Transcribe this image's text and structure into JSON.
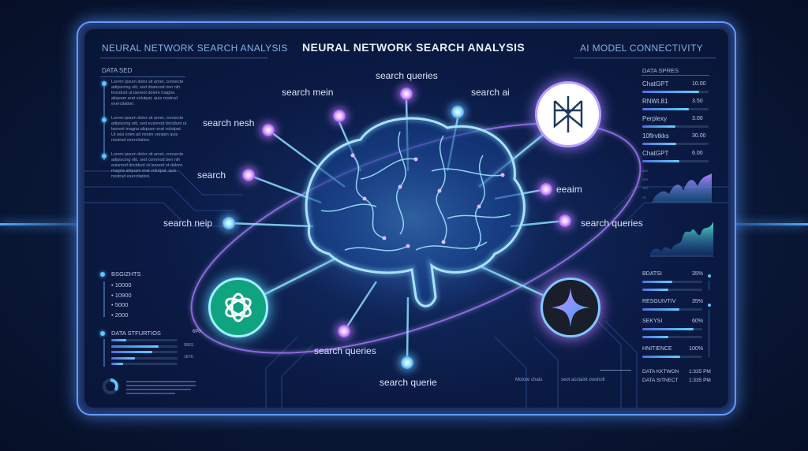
{
  "header": {
    "left_title": "NEURAL NETWORK SEARCH ANALYSIS",
    "center_title": "NEURAL NETWORK SEARCH ANALYSIS",
    "right_title": "AI MODEL CONNECTIVITY"
  },
  "left_panel": {
    "section_title": "DATA SED",
    "paragraphs": [
      "Lorem ipsum dolor sit amet, consecte adipiscing elit, sed diamnod non nih tincidunt ut laoreet dolore magna aliquam erat volutpat, quis nostrud exercitation.",
      "Lorem ipsum dolor sit amet, consecte adipiscing elit, sed euismod tincidunt ut laoreet magna aliquam erat volutpat. Ut wisi enim ad minim veniam quis nostrud exercitation.",
      "Lorem ipsum dolor sit amet, consecte adipiscing elit, sed commod ben nih euismod tincidunt ut laoreet et dolore magna aliquam erat volutpat, quis nostrud exercitation."
    ],
    "list_title": "BSGIZHTS",
    "list_items": [
      "10000",
      "10900",
      "5000",
      "2000"
    ],
    "stats_title": "DATA STFURTIOS",
    "stats_value": "6P0",
    "stats_bars": [
      {
        "fill": 0.23,
        "label": ""
      },
      {
        "fill": 0.72,
        "label": "90ES"
      },
      {
        "fill": 0.62,
        "label": ""
      },
      {
        "fill": 0.36,
        "label": "16Y6"
      },
      {
        "fill": 0.18,
        "label": ""
      }
    ],
    "donut_fill": 0.35
  },
  "right_panel": {
    "section_title": "DATA SPRES",
    "items": [
      {
        "name": "ChatGPT",
        "value": "10.00",
        "fill": 0.86
      },
      {
        "name": "RNWt.81",
        "value": "3.50",
        "fill": 0.7
      },
      {
        "name": "Perplexy",
        "value": "3.00",
        "fill": 0.5
      },
      {
        "name": "10flrvtkks",
        "value": "30.00",
        "fill": 0.51
      },
      {
        "name": "ChatGPT",
        "value": "6.00",
        "fill": 0.56
      }
    ],
    "chart_ticks": [
      "300",
      "200",
      "100",
      "75"
    ],
    "metrics": [
      {
        "name": "BDATSI",
        "value": "35%",
        "fills": [
          0.5,
          0.44
        ]
      },
      {
        "name": "RESGUIVTIV",
        "value": "35%",
        "fills": [
          0.62
        ]
      },
      {
        "name": "SEKYSI",
        "value": "60%",
        "fills": [
          0.85,
          0.44
        ]
      },
      {
        "name": "HNITIENCE",
        "value": "100%",
        "fills": [
          0.63
        ]
      }
    ],
    "footer": [
      {
        "label": "DATA KKTWON",
        "time": "1:335 PM"
      },
      {
        "label": "DATA SITNECT",
        "time": "1:335 PM"
      }
    ]
  },
  "footer_left": {
    "left": "Motote chats",
    "right": "seot acctaint owsholl"
  },
  "nodes": [
    {
      "label": "search queries"
    },
    {
      "label": "search mein"
    },
    {
      "label": "search ai"
    },
    {
      "label": "search nesh"
    },
    {
      "label": "search"
    },
    {
      "label": "search neip"
    },
    {
      "label": "eeaim"
    },
    {
      "label": "search queries"
    },
    {
      "label": "search queries"
    },
    {
      "label": "search querie"
    }
  ],
  "logos": {
    "chatgpt": "#10a37f",
    "perplexity": "#ffffff",
    "gemini": "#1a1d2a"
  },
  "colors": {
    "accent": "#5f9bff",
    "glow": "#5cc3ff",
    "purple": "#b07cff"
  }
}
